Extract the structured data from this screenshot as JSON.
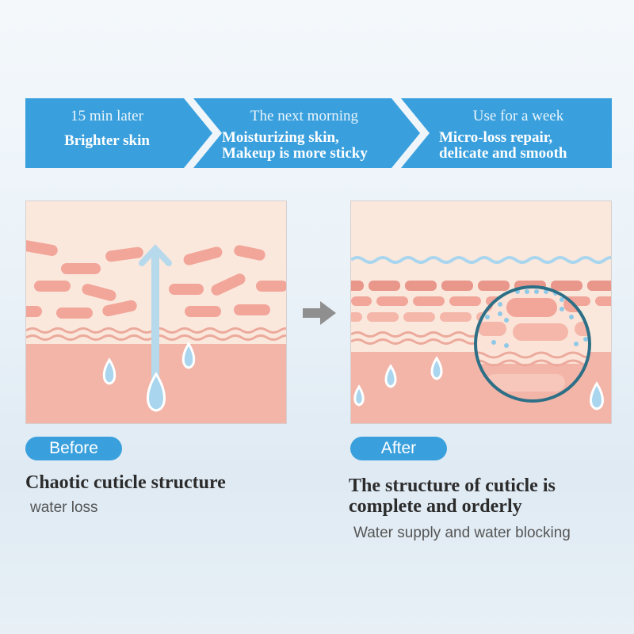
{
  "steps": [
    {
      "top": "15 min later",
      "main": [
        "Brighter skin"
      ]
    },
    {
      "top": "The next morning",
      "main": [
        "Moisturizing skin,",
        "Makeup is more sticky"
      ]
    },
    {
      "top": "Use for a week",
      "main": [
        "Micro-loss repair,",
        "delicate and smooth"
      ]
    }
  ],
  "before": {
    "label": "Before",
    "title": "Chaotic cuticle structure",
    "subtitle": "water loss"
  },
  "after": {
    "label": "After",
    "title_line1": "The structure of cuticle is",
    "title_line2": "complete and orderly",
    "subtitle": "Water supply and water blocking"
  },
  "colors": {
    "banner_blue": "#3aa0dd",
    "skin_light": "#fbe8dd",
    "skin_dark": "#f2b5a8",
    "cell": "#f2a69a",
    "water": "#a9d6ee",
    "arrow_gray": "#8f8f8f"
  }
}
